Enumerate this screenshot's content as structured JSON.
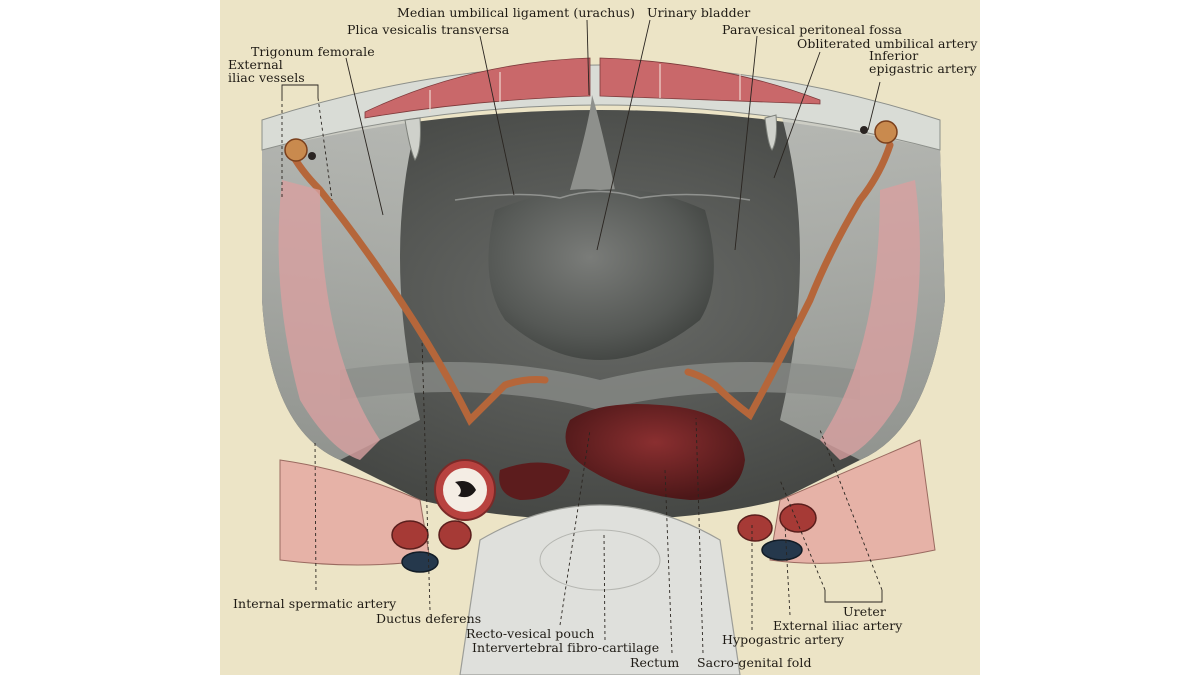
{
  "figure": {
    "labels": {
      "median_umbilical_ligament": "Median umbilical ligament (urachus)",
      "urinary_bladder": "Urinary bladder",
      "plica_vesicalis_transversa": "Plica vesicalis transversa",
      "paravesical_peritoneal_fossa": "Paravesical peritoneal fossa",
      "trigonum_femorale": "Trigonum femorale",
      "obliterated_umbilical_artery": "Obliterated umbilical artery",
      "external_iliac_vessels_line1": "External",
      "external_iliac_vessels_line2": "iliac vessels",
      "inferior_epigastric_artery_line1": "Inferior",
      "inferior_epigastric_artery_line2": "epigastric artery",
      "internal_spermatic_artery": "Internal spermatic artery",
      "ductus_deferens": "Ductus deferens",
      "recto_vesical_pouch": "Recto-vesical pouch",
      "intervertebral_fibro_cartilage": "Intervertebral fibro-cartilage",
      "rectum": "Rectum",
      "sacro_genital_fold": "Sacro-genital fold",
      "hypogastric_artery": "Hypogastric artery",
      "external_iliac_artery": "External iliac artery",
      "ureter": "Ureter"
    },
    "colors": {
      "paper": "#ece4c6",
      "peritoneum": "#6d6f6c",
      "muscle": "#c9686a",
      "vessel": "#b5663a",
      "ink": "#1e1a14"
    }
  }
}
